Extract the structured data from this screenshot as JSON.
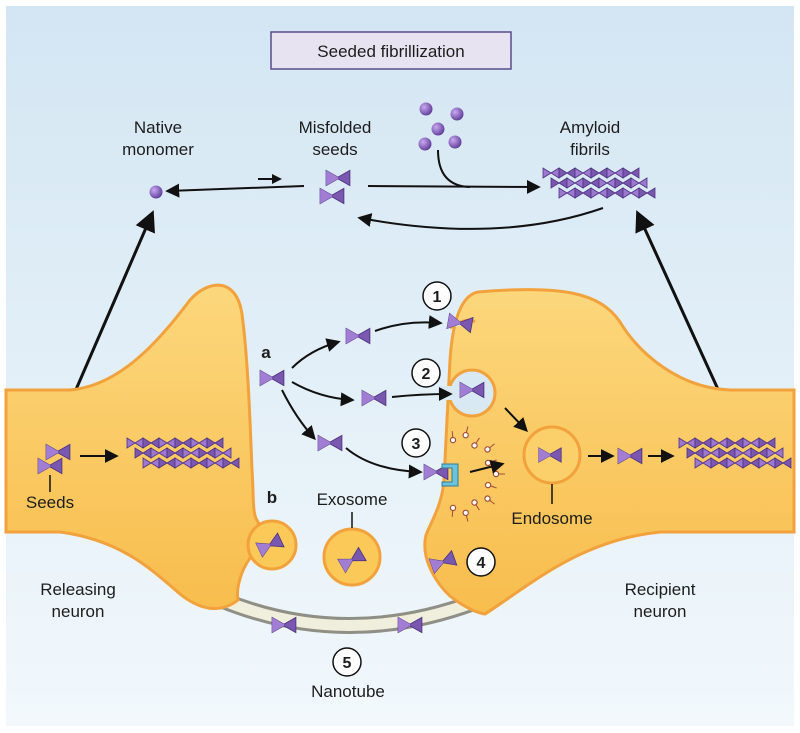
{
  "title": "Seeded fibrillization",
  "labels": {
    "native_monomer": [
      "Native",
      "monomer"
    ],
    "misfolded_seeds": [
      "Misfolded",
      "seeds"
    ],
    "amyloid_fibrils": [
      "Amyloid",
      "fibrils"
    ],
    "seeds": "Seeds",
    "exosome": "Exosome",
    "endosome": "Endosome",
    "releasing_neuron": [
      "Releasing",
      "neuron"
    ],
    "recipient_neuron": [
      "Recipient",
      "neuron"
    ],
    "nanotube": "Nanotube"
  },
  "letters": {
    "a": "a",
    "b": "b"
  },
  "steps": [
    "1",
    "2",
    "3",
    "4",
    "5"
  ],
  "colors": {
    "background_top": "#d6e8f4",
    "background_bottom": "#f1f7fb",
    "neuron_fill": "#fbc958",
    "neuron_edge": "#f2a23c",
    "seed_purple": "#7a58b0",
    "seed_light": "#b393de",
    "receptor": "#6cc3da",
    "title_box": "#e8e3f1",
    "nanotube": "#d9d9d0"
  }
}
